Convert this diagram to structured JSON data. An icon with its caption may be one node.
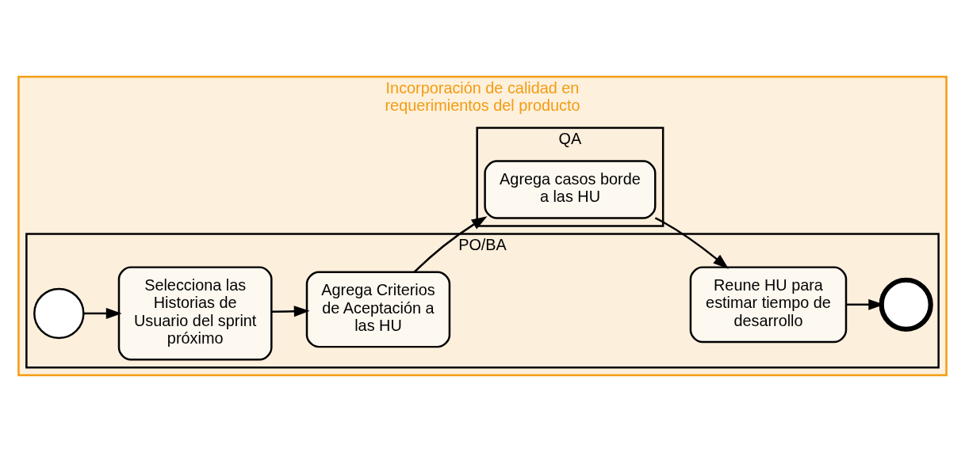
{
  "diagram": {
    "nodes": [
      {
        "text": [
          "Incorporación de calidad en requerimientos del producto"
        ]
      },
      {
        "text": [
          "QA"
        ],
        "in": 0
      },
      {
        "text": [
          "Agrega casos borde a las HU"
        ],
        "in": 1
      },
      {
        "text": [
          "PO/BA"
        ],
        "in": 0
      },
      {
        "text": [],
        "shape": "circle",
        "in": 3
      },
      {
        "text": [
          "Selecciona las Historias de Usuario del sprint próximo"
        ],
        "in": 3
      },
      {
        "text": [
          "Agrega Criterios de Aceptación a las HU"
        ],
        "in": 3
      },
      {
        "text": [
          "Reune HU para estimar tiempo de desarrollo"
        ],
        "in": 3
      },
      {
        "text": [],
        "shape": "circle",
        "in": 3
      }
    ],
    "edges": [
      {
        "from": 4,
        "to": 5,
        "arrow": "to"
      },
      {
        "from": 5,
        "to": 6,
        "arrow": "to"
      },
      {
        "from": 6,
        "to": 2,
        "arrow": "to"
      },
      {
        "from": 2,
        "to": 7,
        "arrow": "to"
      },
      {
        "from": 7,
        "to": 8,
        "arrow": "to"
      }
    ]
  }
}
